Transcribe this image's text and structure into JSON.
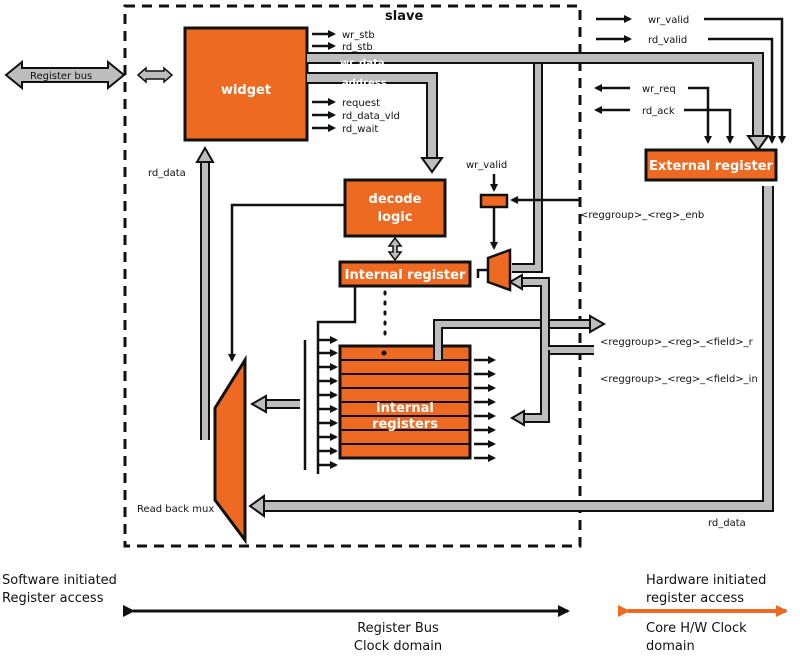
{
  "slave_label": "slave",
  "register_bus_label": "Register bus",
  "widget_label": "widget",
  "decode_logic": [
    "decode",
    "logic"
  ],
  "internal_register_label": "Internal register",
  "internal_registers": [
    "internal",
    "registers"
  ],
  "external_register_label": "External register",
  "read_back_mux_label": "Read back mux",
  "widget_outputs": [
    "wr_stb",
    "rd_stb",
    "wr_data",
    "address",
    "request",
    "rd_data_vld",
    "rd_wait"
  ],
  "rd_data_left": "rd_data",
  "rd_data_bottom": "rd_data",
  "wr_valid_mid": "wr_valid",
  "hw_signals_in": [
    "wr_valid",
    "rd_valid"
  ],
  "hw_signals_out": [
    "wr_req",
    "rd_ack"
  ],
  "enb_signal": "<reggroup>_<reg>_enb",
  "field_r_signal": "<reggroup>_<reg>_<field>_r",
  "field_in_signal": "<reggroup>_<reg>_<field>_in",
  "software_text": [
    "Software initiated",
    "Register access"
  ],
  "register_bus_domain": [
    "Register Bus",
    "Clock domain"
  ],
  "hardware_text": [
    "Hardware initiated",
    "register access"
  ],
  "core_domain": [
    "Core H/W Clock",
    "domain"
  ],
  "colors": {
    "orange": "#ee6a22",
    "gray": "#b8b8b8",
    "black": "#111111"
  }
}
